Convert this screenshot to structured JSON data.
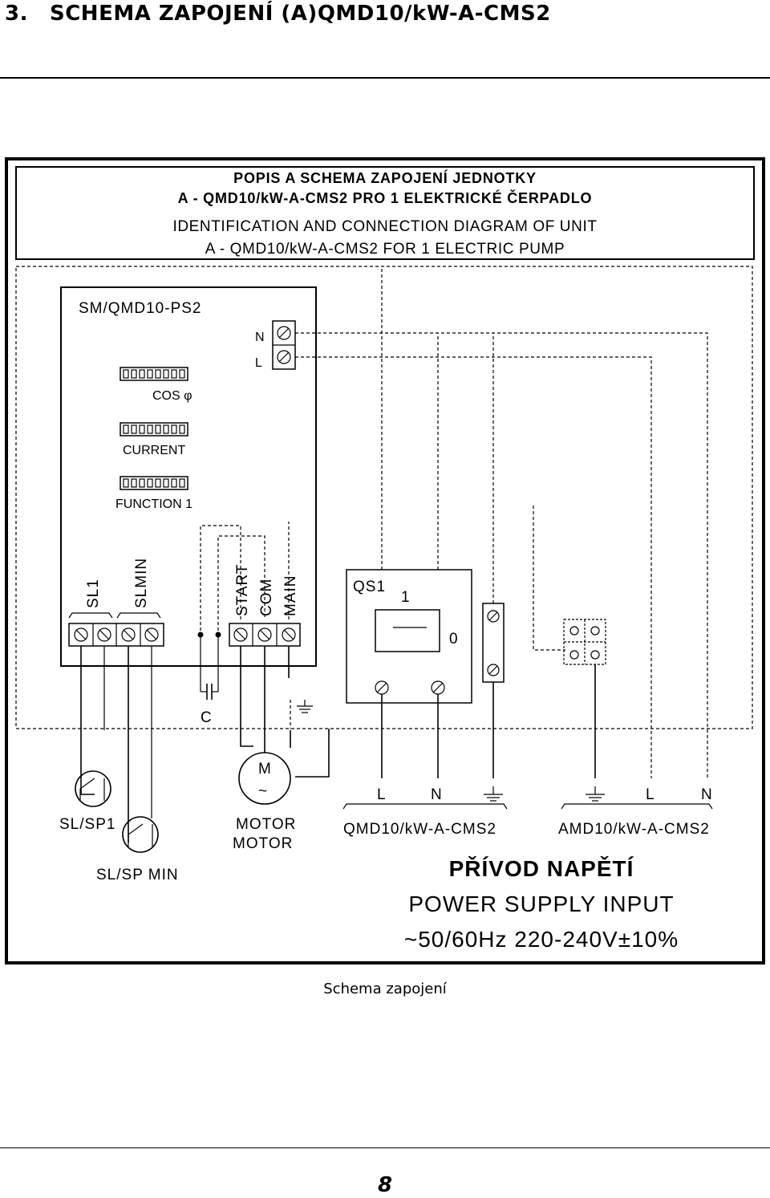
{
  "page": {
    "section_number": "3.",
    "section_title": "SCHEMA ZAPOJENÍ (A)QMD10/kW-A-CMS2",
    "caption": "Schema zapojení",
    "page_number": "8"
  },
  "diagram": {
    "header": {
      "line1": "POPIS A SCHEMA ZAPOJENÍ JEDNOTKY",
      "line2": "A - QMD10/kW-A-CMS2 PRO 1 ELEKTRICKÉ ČERPADLO",
      "line3": "IDENTIFICATION AND CONNECTION DIAGRAM OF UNIT",
      "line4": "A - QMD10/kW-A-CMS2 FOR 1 ELECTRIC PUMP"
    },
    "module": {
      "title": "SM/QMD10-PS2",
      "display1_label": "COS φ",
      "display2_label": "CURRENT",
      "display3_label": "FUNCTION 1",
      "terminal_n": "N",
      "terminal_l": "L",
      "sl1": "SL1",
      "slmin": "SLMIN",
      "start": "START",
      "com": "COM",
      "main": "MAIN"
    },
    "capacitor_label": "C",
    "breaker": {
      "label": "QS1",
      "on": "1",
      "off": "0"
    },
    "motor": {
      "symbol": "M",
      "ac": "~",
      "label1": "MOTOR",
      "label2": "MOTOR"
    },
    "switches": {
      "sp1": "SL/SP1",
      "spmin": "SL/SP MIN"
    },
    "supply_left": {
      "l": "L",
      "n": "N",
      "model": "QMD10/kW-A-CMS2"
    },
    "supply_right": {
      "l": "L",
      "n": "N",
      "model": "AMD10/kW-A-CMS2"
    },
    "power": {
      "cz": "PŘÍVOD NAPĚTÍ",
      "en": "POWER SUPPLY INPUT",
      "spec": "~50/60Hz 220-240V±10%"
    }
  }
}
